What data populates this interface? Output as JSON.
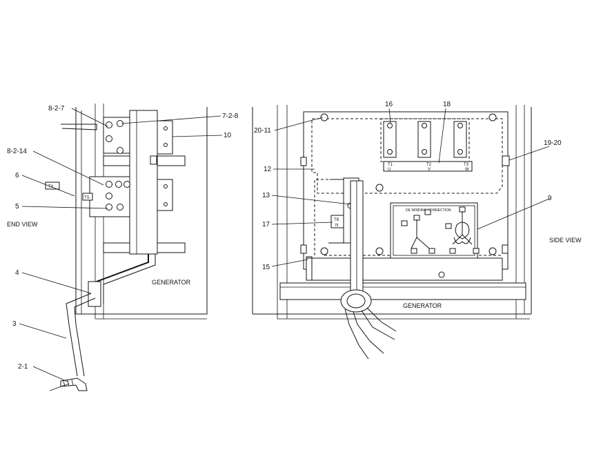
{
  "views": {
    "end_view": "END VIEW",
    "side_view": "SIDE VIEW",
    "generator_end": "GENERATOR",
    "generator_side": "GENERATOR"
  },
  "callouts": {
    "c_8_2_7": "8-2-7",
    "c_7_2_8": "7-2-8",
    "c_10": "10",
    "c_8_2_14": "8-2-14",
    "c_6": "6",
    "c_5": "5",
    "c_4": "4",
    "c_3": "3",
    "c_2_1": "2-1",
    "c_16": "16",
    "c_18": "18",
    "c_20_11": "20-11",
    "c_12": "12",
    "c_13": "13",
    "c_17": "17",
    "c_15": "15",
    "c_9": "9",
    "c_19_20": "19-20"
  },
  "terminals": {
    "t1": "T1",
    "u": "U",
    "t2": "T2",
    "v": "V",
    "t3": "T3",
    "w": "W",
    "t8": "T8",
    "n": "N",
    "tx": "TX",
    "ts": "TS"
  },
  "panel_caption": "DE WINDING CONNECTION"
}
